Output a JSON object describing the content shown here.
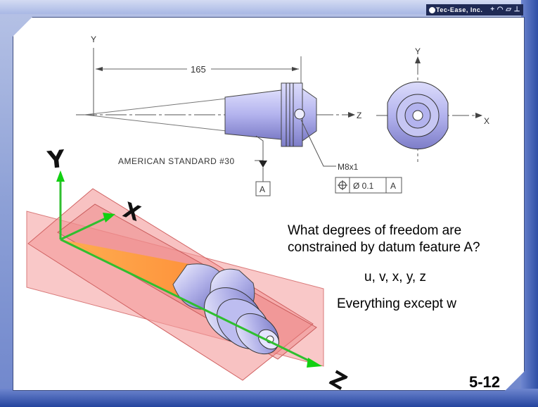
{
  "brand": {
    "name": "Tec-Ease, Inc.",
    "symbols": "+ ◠ ▱ ⊥"
  },
  "drawing": {
    "axis_y_top": "Y",
    "dimension_165": "165",
    "axis_z_label": "Z",
    "end_view_y": "Y",
    "end_view_x": "X",
    "taper_note": "AMERICAN STANDARD #30",
    "datum_label": "A",
    "thread_note": "M8x1",
    "fcf": {
      "symbol": "position-icon",
      "tolerance": "Ø 0.1",
      "datum": "A"
    }
  },
  "iso_axes": {
    "y": "Y",
    "x": "X",
    "z": "Z"
  },
  "question": "What degrees of freedom are constrained by datum feature A?",
  "answer_1": "u, v, x, y, z",
  "answer_2": "Everything except w",
  "slide_number": "5-12",
  "colors": {
    "plane_fill": "#f4a3a3",
    "plane_stroke": "#d96a6a",
    "axis_green": "#2fbf2f",
    "part_blue": "#b8b8f0",
    "arrow_green": "#12d012"
  }
}
